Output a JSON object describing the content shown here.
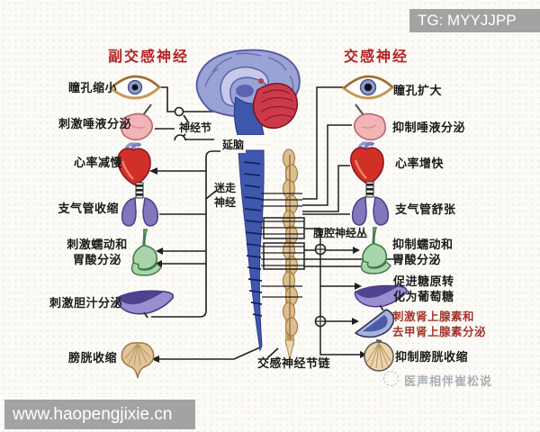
{
  "watermark_top": {
    "text": "TG: MYYJJPP"
  },
  "watermark_bottom": {
    "text": "www.haopengjixie.cn"
  },
  "watermark_channel": {
    "text": "医声相伴崔松说"
  },
  "headers": {
    "left": "副交感神经",
    "right": "交感神经"
  },
  "center": {
    "ganglion": "神经节",
    "medulla": "延脑",
    "vagus": [
      "迷走",
      "神经"
    ],
    "celiac_plexus": "腹腔神经丛",
    "chain": "交感神经节链"
  },
  "left": {
    "items": [
      {
        "organ": "eye",
        "label": "瞳孔缩小"
      },
      {
        "organ": "salivary-gland",
        "label": "刺激唾液分泌"
      },
      {
        "organ": "heart",
        "label": "心率减慢"
      },
      {
        "organ": "lungs",
        "label": "支气管收缩"
      },
      {
        "organ": "stomach",
        "label": "刺激蠕动和",
        "label2": "胃酸分泌"
      },
      {
        "organ": "liver",
        "label": "刺激胆汁分泌"
      },
      {
        "organ": "bladder",
        "label": "膀胱收缩"
      }
    ]
  },
  "right": {
    "items": [
      {
        "organ": "eye",
        "label": "瞳孔扩大"
      },
      {
        "organ": "salivary-gland",
        "label": "抑制唾液分泌"
      },
      {
        "organ": "heart",
        "label": "心率增快"
      },
      {
        "organ": "lungs",
        "label": "支气管舒张"
      },
      {
        "organ": "stomach",
        "label": "抑制蠕动和",
        "label2": "胃酸分泌"
      },
      {
        "organ": "liver",
        "label": "促进糖原转",
        "label2": "化为葡萄糖"
      },
      {
        "organ": "adrenal-gland",
        "label": "刺激肾上腺素和",
        "label2": "去甲肾上腺素分泌",
        "highlight": "red"
      },
      {
        "organ": "bladder",
        "label": "抑制膀胱收缩"
      }
    ]
  },
  "colors": {
    "header_red": "#b52121",
    "highlight_text_red": "#a5342c",
    "watermark_gray": "#a3a3a3",
    "brain_blue": "#9ba3d4",
    "cord_blue": "#3f58ae",
    "cerebellum_red": "#cc3a4a",
    "chain_tan": "#dcbe90",
    "lungs_purple": "#8276bc",
    "stomach_green": "#a8d4ac",
    "liver_purple": "#51428f",
    "heart_red": "#d13028"
  }
}
